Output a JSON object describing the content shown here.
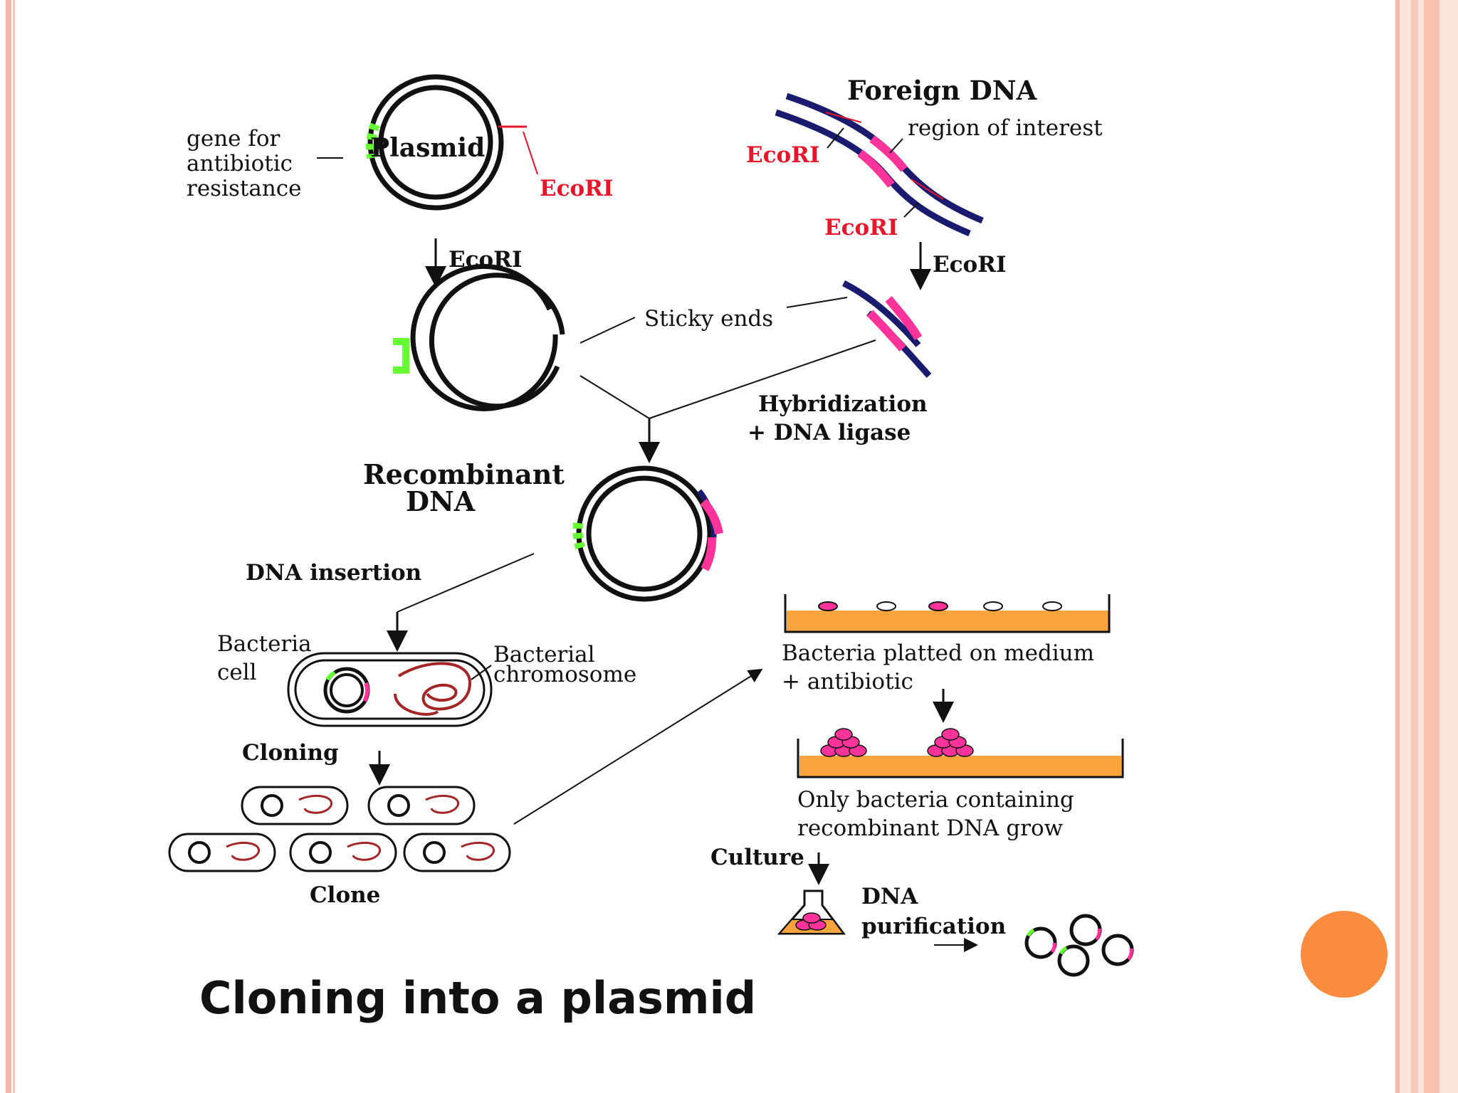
{
  "title": "Cloning into a plasmid",
  "labels": {
    "foreign_dna": "Foreign DNA",
    "region_of_interest": "region of interest",
    "ecori": "EcoRI",
    "gene_line1": "gene for",
    "gene_line2": "antibiotic",
    "gene_line3": "resistance",
    "plasmid": "Plasmid",
    "sticky_ends": "Sticky ends",
    "hybridization_line1": "Hybridization",
    "hybridization_line2": "+ DNA ligase",
    "recombinant_line1": "Recombinant",
    "recombinant_line2": "DNA",
    "dna_insertion": "DNA insertion",
    "bacteria_line1": "Bacteria",
    "bacteria_line2": "cell",
    "chromosome_line1": "Bacterial",
    "chromosome_line2": "chromosome",
    "cloning": "Cloning",
    "clone": "Clone",
    "plated_line1": "Bacteria platted on medium",
    "plated_line2": "+ antibiotic",
    "only_line1": "Only bacteria containing",
    "only_line2": "recombinant DNA grow",
    "culture": "Culture",
    "purification_line1": "DNA",
    "purification_line2": "purification"
  },
  "colors": {
    "ecori_red": "#e8162b",
    "dna_navy": "#1a1a6e",
    "insert_pink": "#ff3399",
    "resistance_green": "#66ff33",
    "medium_orange": "#f9a33d",
    "accent_orange": "#fb8b3f",
    "border_salmon": "#f4b8a8"
  }
}
